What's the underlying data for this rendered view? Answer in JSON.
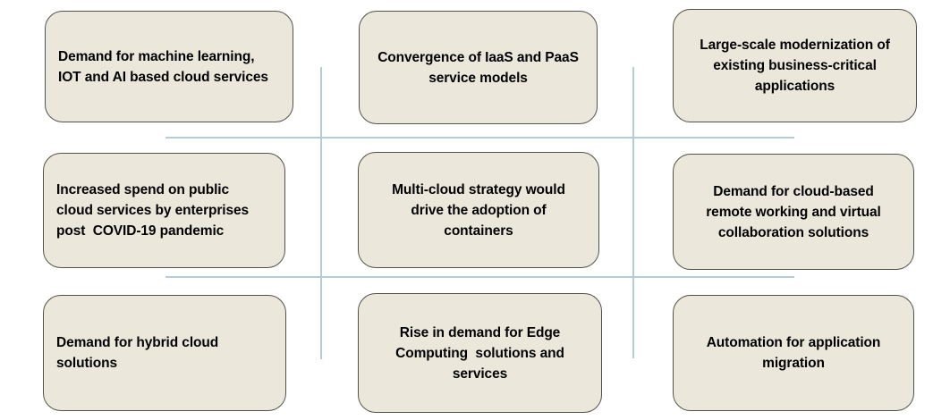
{
  "theme": {
    "background": "#ffffff",
    "box_fill": "#ebe8db",
    "box_border": "#54524b",
    "grid_line": "#b4cbda",
    "text_color": "#000000"
  },
  "boxes": [
    {
      "id": "top-left",
      "align": "left",
      "lines": [
        "Demand for machine learning,",
        "IOT and AI based cloud services"
      ]
    },
    {
      "id": "top-center",
      "align": "center",
      "lines": [
        "Convergence of IaaS and PaaS",
        "service models"
      ]
    },
    {
      "id": "top-right",
      "align": "center",
      "lines": [
        "Large-scale modernization of",
        "existing business-critical",
        "applications"
      ]
    },
    {
      "id": "middle-left",
      "align": "left",
      "lines": [
        "Increased spend on public",
        "cloud services by enterprises",
        "post  COVID-19 pandemic"
      ]
    },
    {
      "id": "middle-center",
      "align": "center",
      "lines": [
        "Multi-cloud strategy would",
        "drive the adoption of",
        "containers"
      ]
    },
    {
      "id": "middle-right",
      "align": "center",
      "lines": [
        "Demand for cloud-based",
        "remote working and virtual",
        "collaboration solutions"
      ]
    },
    {
      "id": "bottom-left",
      "align": "left",
      "lines": [
        "Demand for hybrid cloud",
        "solutions"
      ]
    },
    {
      "id": "bottom-center",
      "align": "center",
      "lines": [
        "Rise in demand for Edge",
        "Computing  solutions and",
        "services"
      ]
    },
    {
      "id": "bottom-right",
      "align": "center",
      "lines": [
        "Automation for application",
        "migration"
      ]
    }
  ]
}
